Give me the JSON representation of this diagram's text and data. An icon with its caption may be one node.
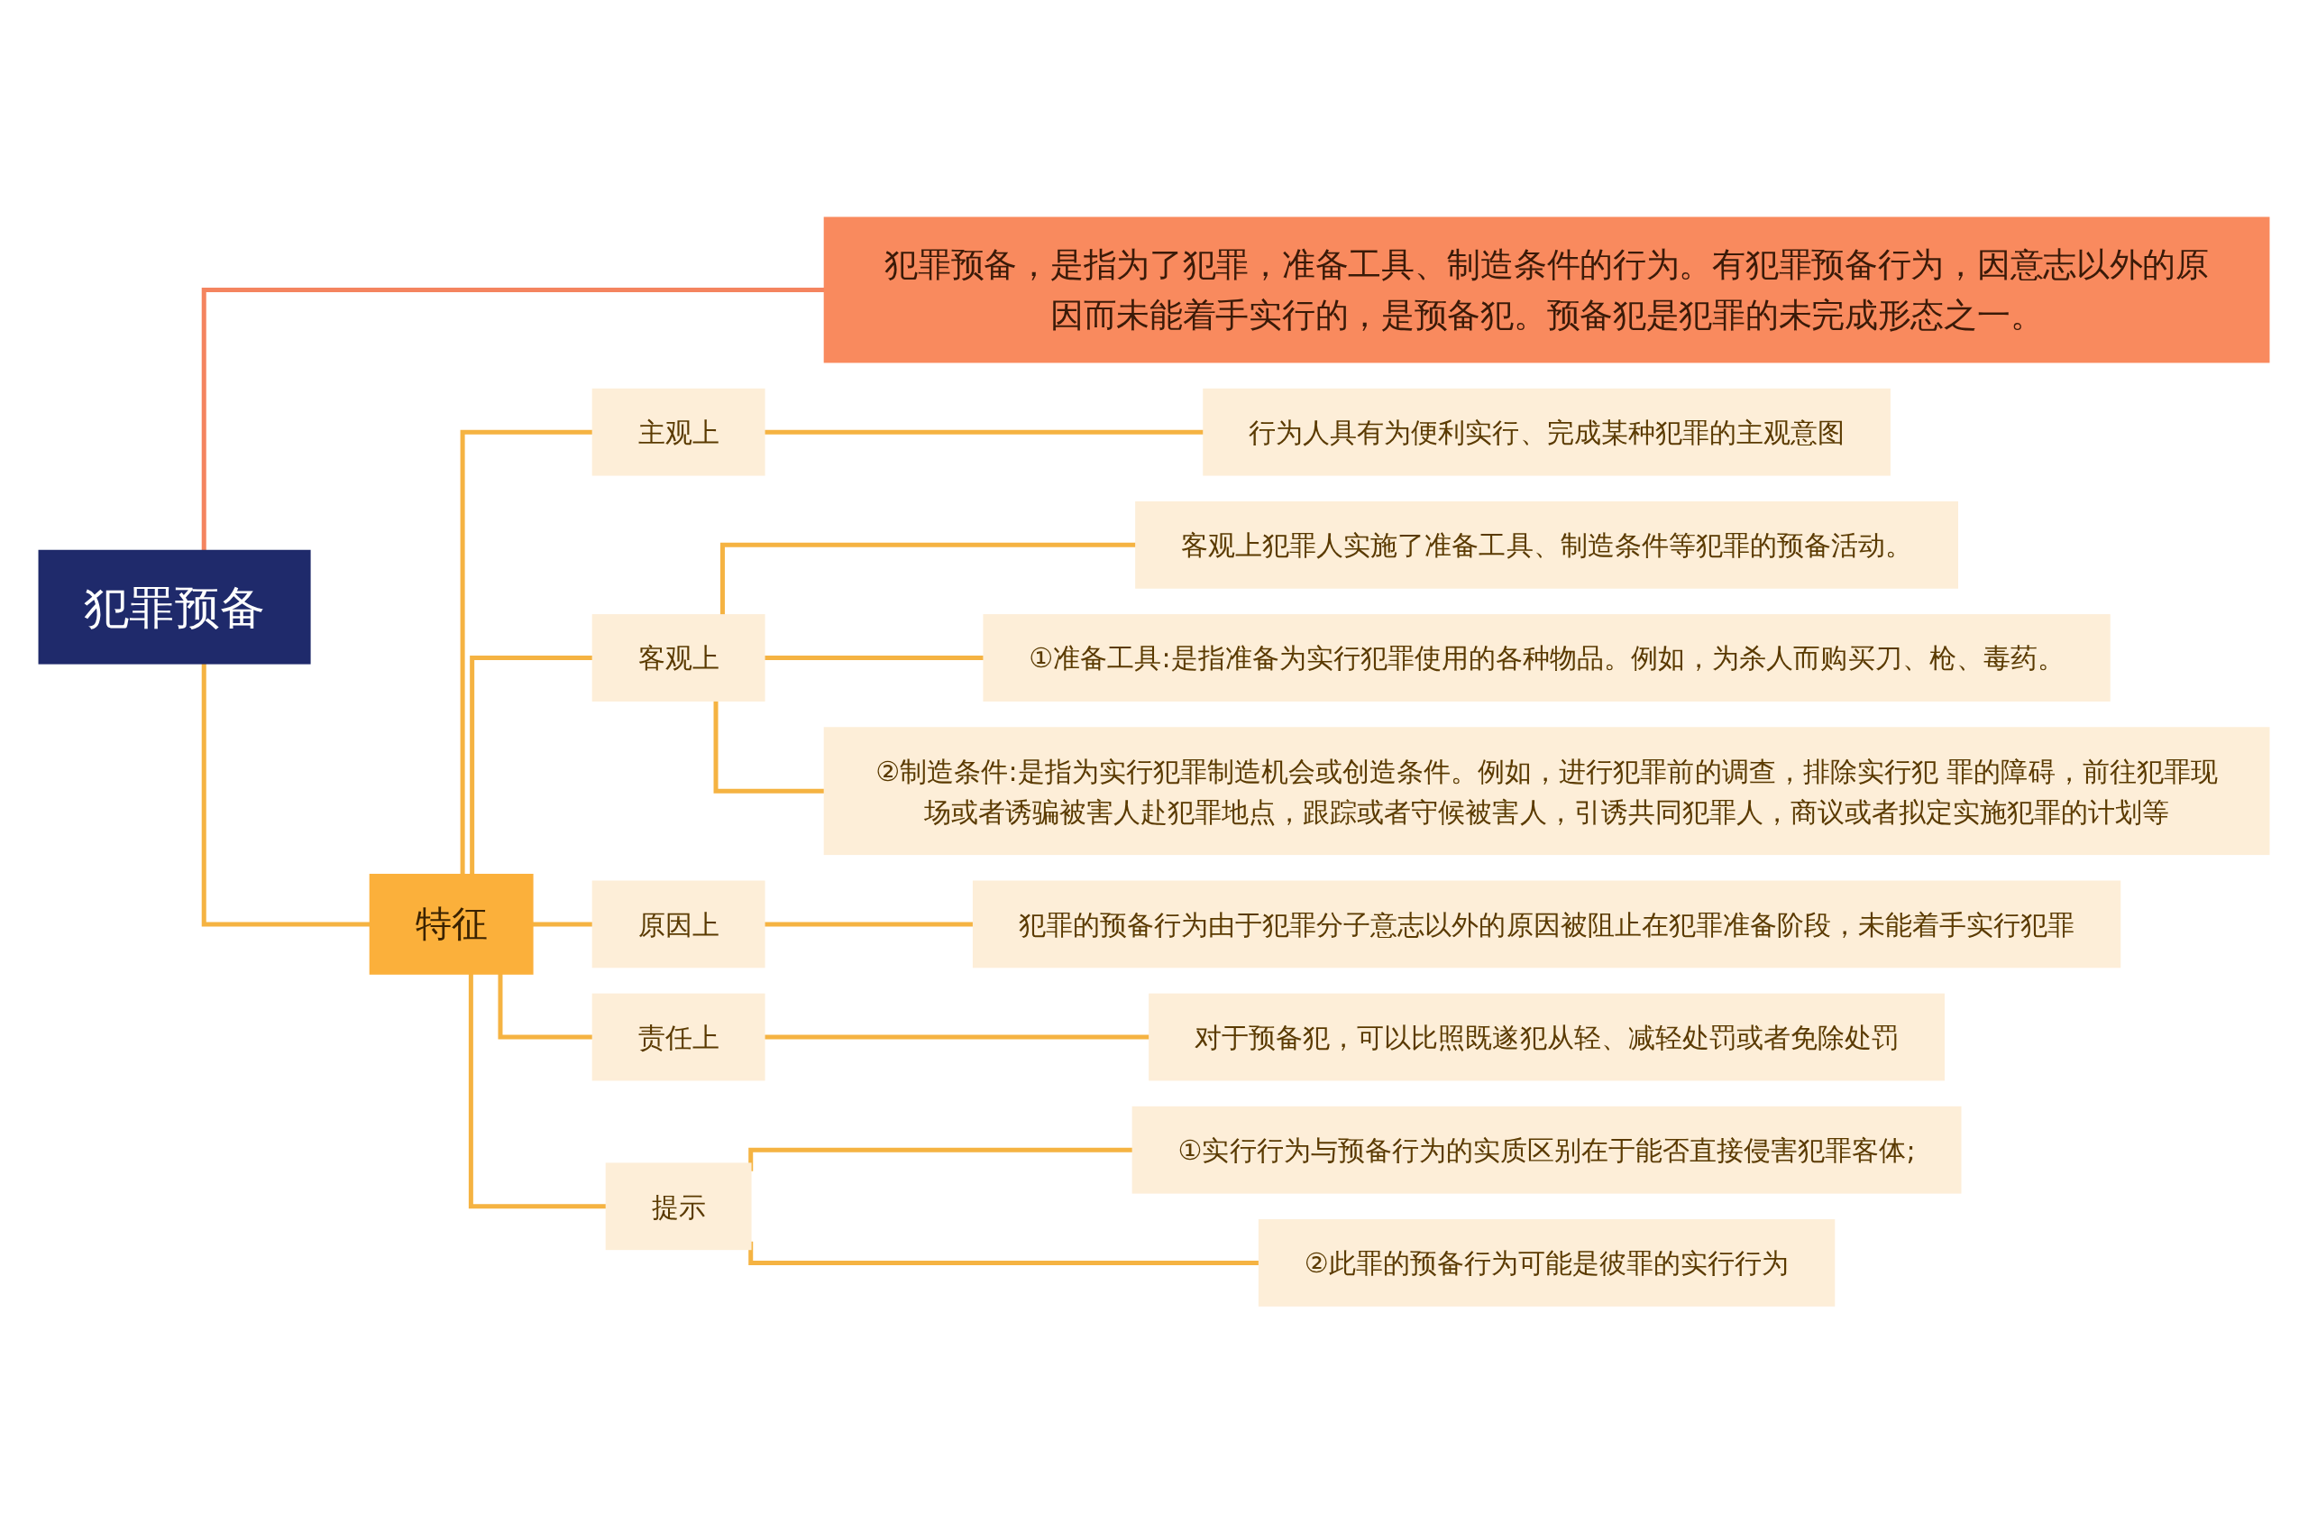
{
  "diagram": {
    "nodes": [
      {
        "text": [
          "犯罪预备"
        ]
      },
      {
        "text": [
          "犯罪预备，是指为了犯罪，准备工具、制造条件的行为。有犯罪预备行为，因意志以外的原因而未能着手实行的，是预备犯。预备犯是犯罪的未完成形态之一。"
        ]
      },
      {
        "text": [
          "特征"
        ]
      },
      {
        "text": [
          "主观上"
        ]
      },
      {
        "text": [
          "行为人具有为便利实行、完成某种犯罪的主观意图"
        ]
      },
      {
        "text": [
          "客观上"
        ]
      },
      {
        "text": [
          "客观上犯罪人实施了准备工具、制造条件等犯罪的预备活动。"
        ]
      },
      {
        "text": [
          "①准备工具:是指准备为实行犯罪使用的各种物品。例如，为杀人而购买刀、枪、毒药。"
        ]
      },
      {
        "text": [
          "②制造条件:是指为实行犯罪制造机会或创造条件。例如，进行犯罪前的调查，排除实行犯 罪的障碍，前往犯罪现场或者诱骗被害人赴犯罪地点，跟踪或者守候被害人，引诱共同犯罪人，商议或者拟定实施犯罪的计划等"
        ]
      },
      {
        "text": [
          "原因上"
        ]
      },
      {
        "text": [
          "犯罪的预备行为由于犯罪分子意志以外的原因被阻止在犯罪准备阶段，未能着手实行犯罪"
        ]
      },
      {
        "text": [
          "责任上"
        ]
      },
      {
        "text": [
          "对于预备犯，可以比照既遂犯从轻、减轻处罚或者免除处罚"
        ]
      },
      {
        "text": [
          "提示"
        ]
      },
      {
        "text": [
          "①实行行为与预备行为的实质区别在于能否直接侵害犯罪客体;"
        ]
      },
      {
        "text": [
          "②此罪的预备行为可能是彼罪的实行行为"
        ]
      }
    ],
    "edges": [
      {
        "from": 0,
        "to": 1,
        "arrow": "none",
        "color": "#f4845f"
      },
      {
        "from": 0,
        "to": 2,
        "arrow": "none"
      },
      {
        "from": 2,
        "to": 3,
        "arrow": "none"
      },
      {
        "from": 3,
        "to": 4,
        "arrow": "none"
      },
      {
        "from": 2,
        "to": 5,
        "arrow": "none"
      },
      {
        "from": 5,
        "to": 6,
        "arrow": "none"
      },
      {
        "from": 5,
        "to": 7,
        "arrow": "none"
      },
      {
        "from": 5,
        "to": 8,
        "arrow": "none"
      },
      {
        "from": 2,
        "to": 9,
        "arrow": "none"
      },
      {
        "from": 9,
        "to": 10,
        "arrow": "none"
      },
      {
        "from": 2,
        "to": 11,
        "arrow": "none"
      },
      {
        "from": 11,
        "to": 12,
        "arrow": "none"
      },
      {
        "from": 2,
        "to": 13,
        "arrow": "none"
      },
      {
        "from": 13,
        "to": 14,
        "arrow": "none"
      },
      {
        "from": 13,
        "to": 15,
        "arrow": "none"
      }
    ]
  }
}
